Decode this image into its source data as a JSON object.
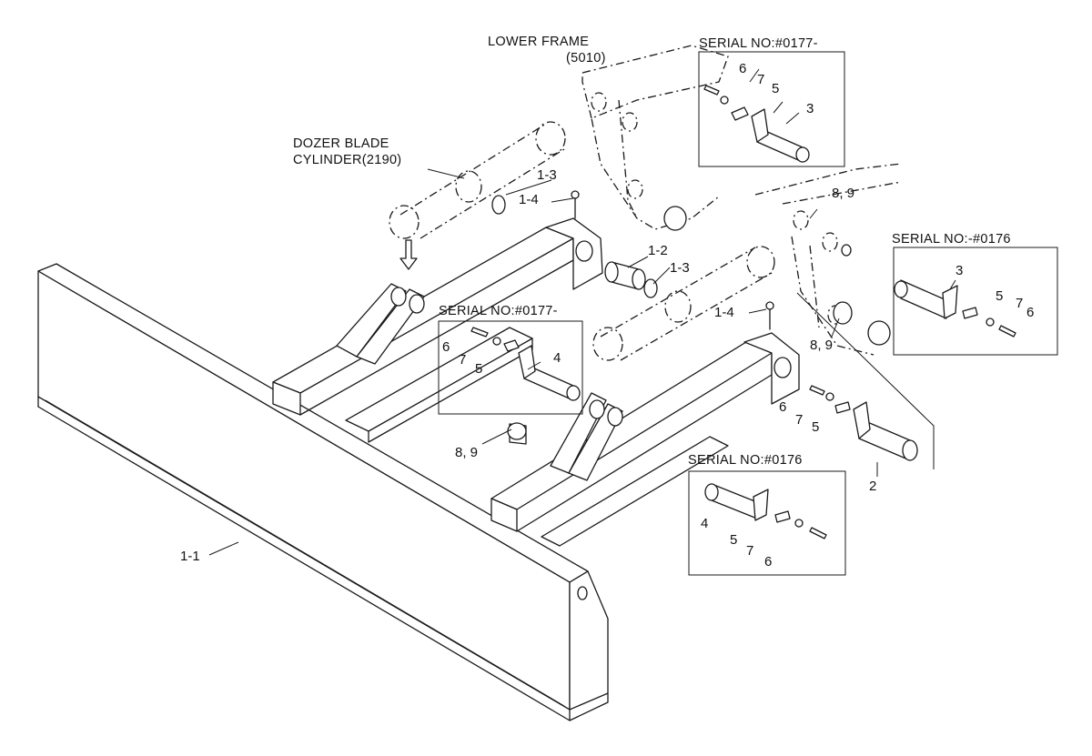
{
  "annotations": {
    "lower_frame": "LOWER FRAME",
    "lower_frame_no": "(5010)",
    "serial_top_right": "SERIAL NO:#0177-",
    "dozer_cyl_1": "DOZER BLADE",
    "dozer_cyl_2": "CYLINDER(2190)",
    "serial_mid_right": "SERIAL NO:-#0176",
    "serial_left_box": "SERIAL NO:#0177-",
    "serial_bottom_box": "SERIAL NO:#0176"
  },
  "part_labels": {
    "p_1_1": "1-1",
    "p_1_2": "1-2",
    "p_1_3_a": "1-3",
    "p_1_3_b": "1-3",
    "p_1_4_a": "1-4",
    "p_1_4_b": "1-4",
    "p_2": "2",
    "p_3_a": "3",
    "p_3_b": "3",
    "p_4_a": "4",
    "p_4_b": "4",
    "p_5_a": "5",
    "p_5_b": "5",
    "p_5_c": "5",
    "p_5_d": "5",
    "p_5_e": "5",
    "p_6_a": "6",
    "p_6_b": "6",
    "p_6_c": "6",
    "p_6_d": "6",
    "p_6_e": "6",
    "p_7_a": "7",
    "p_7_b": "7",
    "p_7_c": "7",
    "p_7_d": "7",
    "p_7_e": "7",
    "p_89_a": "8, 9",
    "p_89_b": "8, 9",
    "p_89_c": "8, 9"
  }
}
